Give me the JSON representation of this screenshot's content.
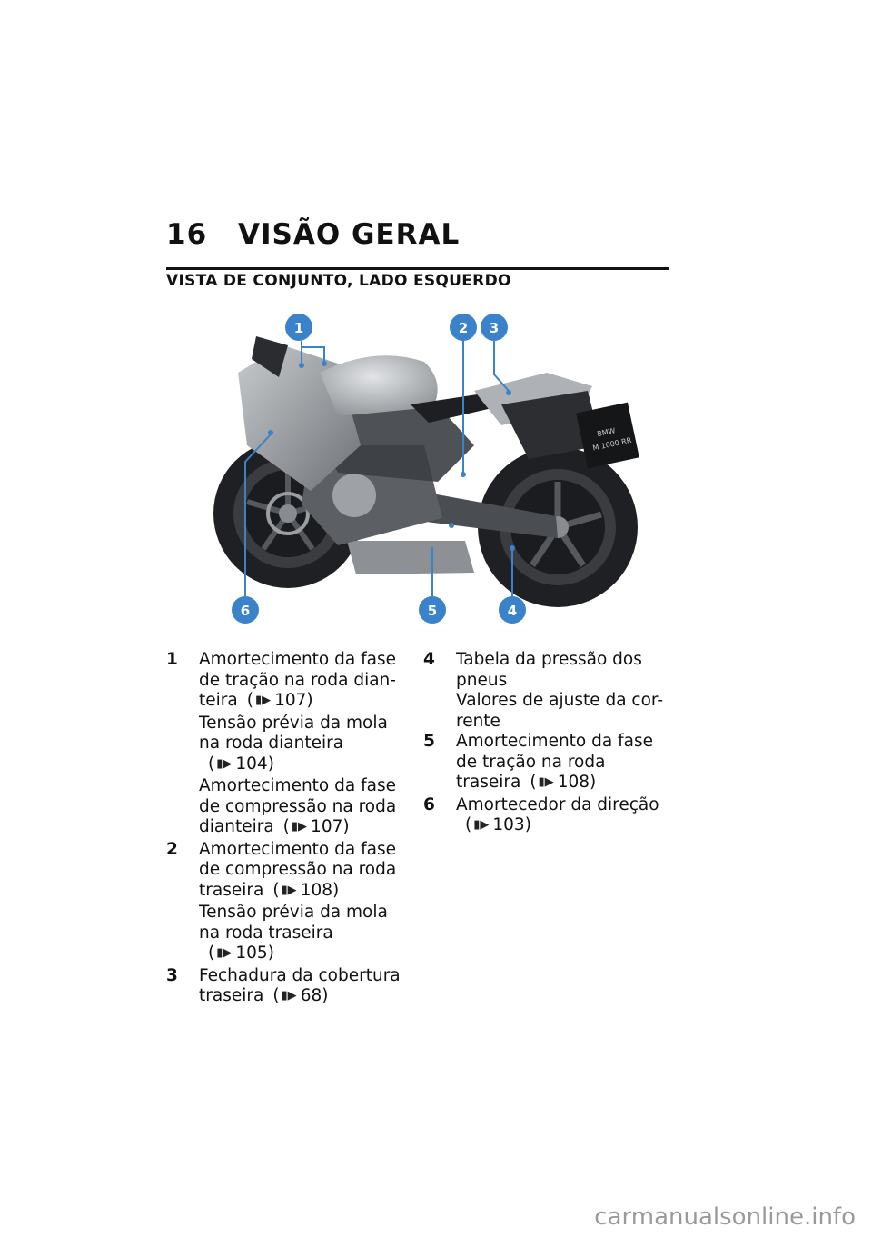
{
  "header": {
    "page_number": "16",
    "chapter_title": "VISÃO GERAL",
    "section_title": "VISTA DE CONJUNTO, LADO ESQUERDO"
  },
  "figure": {
    "callouts": [
      "1",
      "2",
      "3",
      "4",
      "5",
      "6"
    ],
    "plate_text": [
      "BMW",
      "M 1000 RR"
    ],
    "colors": {
      "callout": "#3a82c9",
      "body_silver": "#b9bcc0",
      "dark": "#2b2d31"
    }
  },
  "legend": {
    "items": [
      {
        "num": "1",
        "entries": [
          {
            "text": "Amortecimento da fase de tração na roda dian- teira",
            "ref": "107"
          },
          {
            "text": "Tensão prévia da mola na roda dianteira",
            "ref": "104"
          },
          {
            "text": "Amortecimento da fase de compressão na roda dianteira",
            "ref": "107"
          }
        ]
      },
      {
        "num": "2",
        "entries": [
          {
            "text": "Amortecimento da fase de compressão na roda traseira",
            "ref": "108"
          },
          {
            "text": "Tensão prévia da mola na roda traseira",
            "ref": "105"
          }
        ]
      },
      {
        "num": "3",
        "entries": [
          {
            "text": "Fechadura da cobertura traseira",
            "ref": "68"
          }
        ]
      },
      {
        "num": "4",
        "entries": [
          {
            "text": "Tabela da pressão dos pneus"
          },
          {
            "text": "Valores de ajuste da cor- rente"
          }
        ]
      },
      {
        "num": "5",
        "entries": [
          {
            "text": "Amortecimento da fase de tração na roda traseira",
            "ref": "108"
          }
        ]
      },
      {
        "num": "6",
        "entries": [
          {
            "text": "Amortecedor da direção",
            "ref": "103"
          }
        ]
      }
    ]
  },
  "footer": {
    "watermark": "carmanualsonline.info"
  }
}
